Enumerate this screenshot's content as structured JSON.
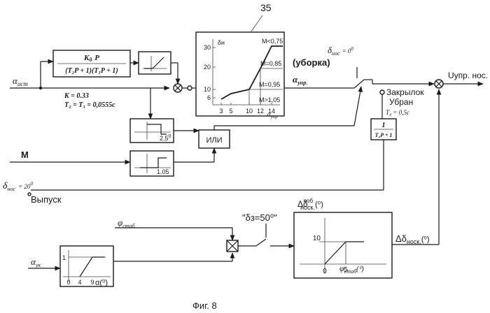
{
  "diagram": {
    "ref_number": "35",
    "figure_caption": "Фиг. 8",
    "inputs": {
      "alpha_ist": {
        "sym": "α",
        "sub": "ист"
      },
      "mach": "M",
      "delta_nos_vypusk": {
        "sym": "δ",
        "sub": "нос",
        "eq": "= 20",
        "sup": "0"
      },
      "vypusk": "Выпуск",
      "phi_stab": {
        "sym": "φ",
        "sub": "стаб"
      },
      "alpha_uk": {
        "sym": "α",
        "sub": "ук"
      }
    },
    "filter_block": {
      "numerator_k": "K",
      "numerator_k_sub": "д",
      "numerator_p": "P",
      "denominator": "(T₂P + 1)(T₃P + 1)"
    },
    "params": {
      "kd": "K = 0.33",
      "kd_sub": "д",
      "t23": "T₂ = T₃ = 0,0555c"
    },
    "relay_1_label": "2.5",
    "relay_1_sup": "0",
    "relay_2_label": "1.05",
    "ili": "ИЛИ",
    "schedule_chart": {
      "y_axis": "δн",
      "x_axis": "α",
      "x_axis_sub": "упр",
      "y_ticks": [
        "30",
        "20",
        "10",
        "6"
      ],
      "x_ticks": [
        "3",
        "5",
        "10",
        "12",
        "14"
      ],
      "curve_labels": [
        "M<0,75",
        "M=0,85",
        "M=0,95",
        "M>1,05"
      ]
    },
    "delta_nos_uborka": {
      "sym": "δ",
      "sub": "нос",
      "eq": "= 0",
      "sup": "0"
    },
    "uborka": "(уборка)",
    "alpha_upr": {
      "sym": "α",
      "sub": "упр."
    },
    "flap": {
      "line1": "Закрылок",
      "line2": "Убран"
    },
    "t4": "T₄ = 0,5c",
    "lag_block": {
      "num": "1",
      "den": "T₄P + 1"
    },
    "u_out": "Uупр. нос.",
    "delta_z": "\"δз=50⁰\"",
    "dz_chart": {
      "title_main": "Δδ",
      "title_sup": "поб",
      "title_sub": "носк.",
      "title_unit": "(⁰)",
      "y_tick": "10",
      "x_ticks": [
        "0",
        "5"
      ],
      "x_axis": "φ",
      "x_axis_sub": "стаб",
      "x_axis_unit": "(⁰)"
    },
    "delta_out": {
      "main": "Δδ",
      "sub": "носк.",
      "unit": "(⁰)"
    },
    "alpha_chart": {
      "y_tick": "1",
      "x_ticks": [
        "0",
        "4",
        "9"
      ],
      "x_axis": "α(⁰)"
    }
  }
}
